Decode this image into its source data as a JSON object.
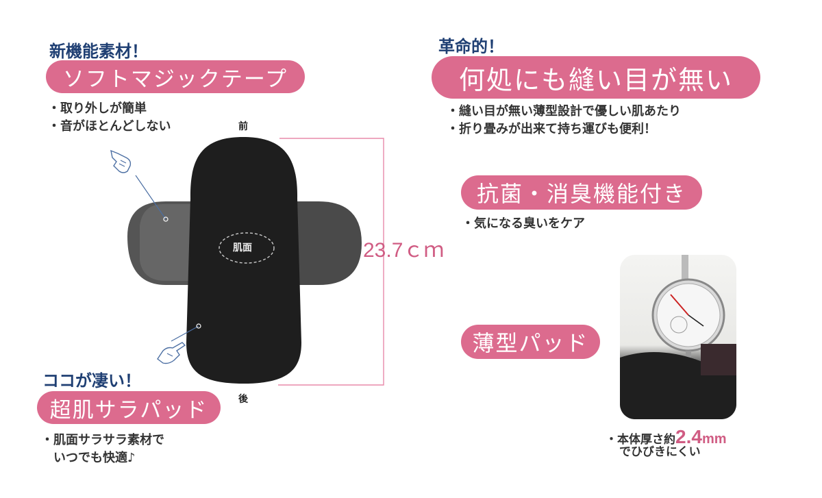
{
  "left": {
    "top_kicker": "新機能素材！",
    "top_pill": "ソフトマジックテープ",
    "top_bullets": [
      "・取り外しが簡単",
      "・音がほとんどしない"
    ],
    "bottom_kicker": "ココが凄い！",
    "bottom_pill": "超肌サラパッド",
    "bottom_bullets": [
      "・肌面サラサラ素材で",
      "いつでも快適♪"
    ]
  },
  "diagram": {
    "front_label": "前",
    "back_label": "後",
    "skin_label": "肌面",
    "length": "23.7ｃｍ"
  },
  "right": {
    "kicker": "革命的！",
    "pill": "何処にも縫い目が無い",
    "bullets": [
      "・縫い目が無い薄型設計で優しい肌あたり",
      "・折り畳みが出来て持ち運びも便利！"
    ],
    "antibac_pill": "抗菌・消臭機能付き",
    "antibac_bullet": "・気になる臭いをケア",
    "thin_pill": "薄型パッド",
    "thickness_prefix": "・本体厚さ約",
    "thickness_value": "2.4",
    "thickness_unit": "mm",
    "thickness_line2": "でひびきにくい"
  },
  "colors": {
    "pink": "#dc6b8e",
    "navy": "#1f3f73",
    "pad": "#1e1e1e"
  }
}
